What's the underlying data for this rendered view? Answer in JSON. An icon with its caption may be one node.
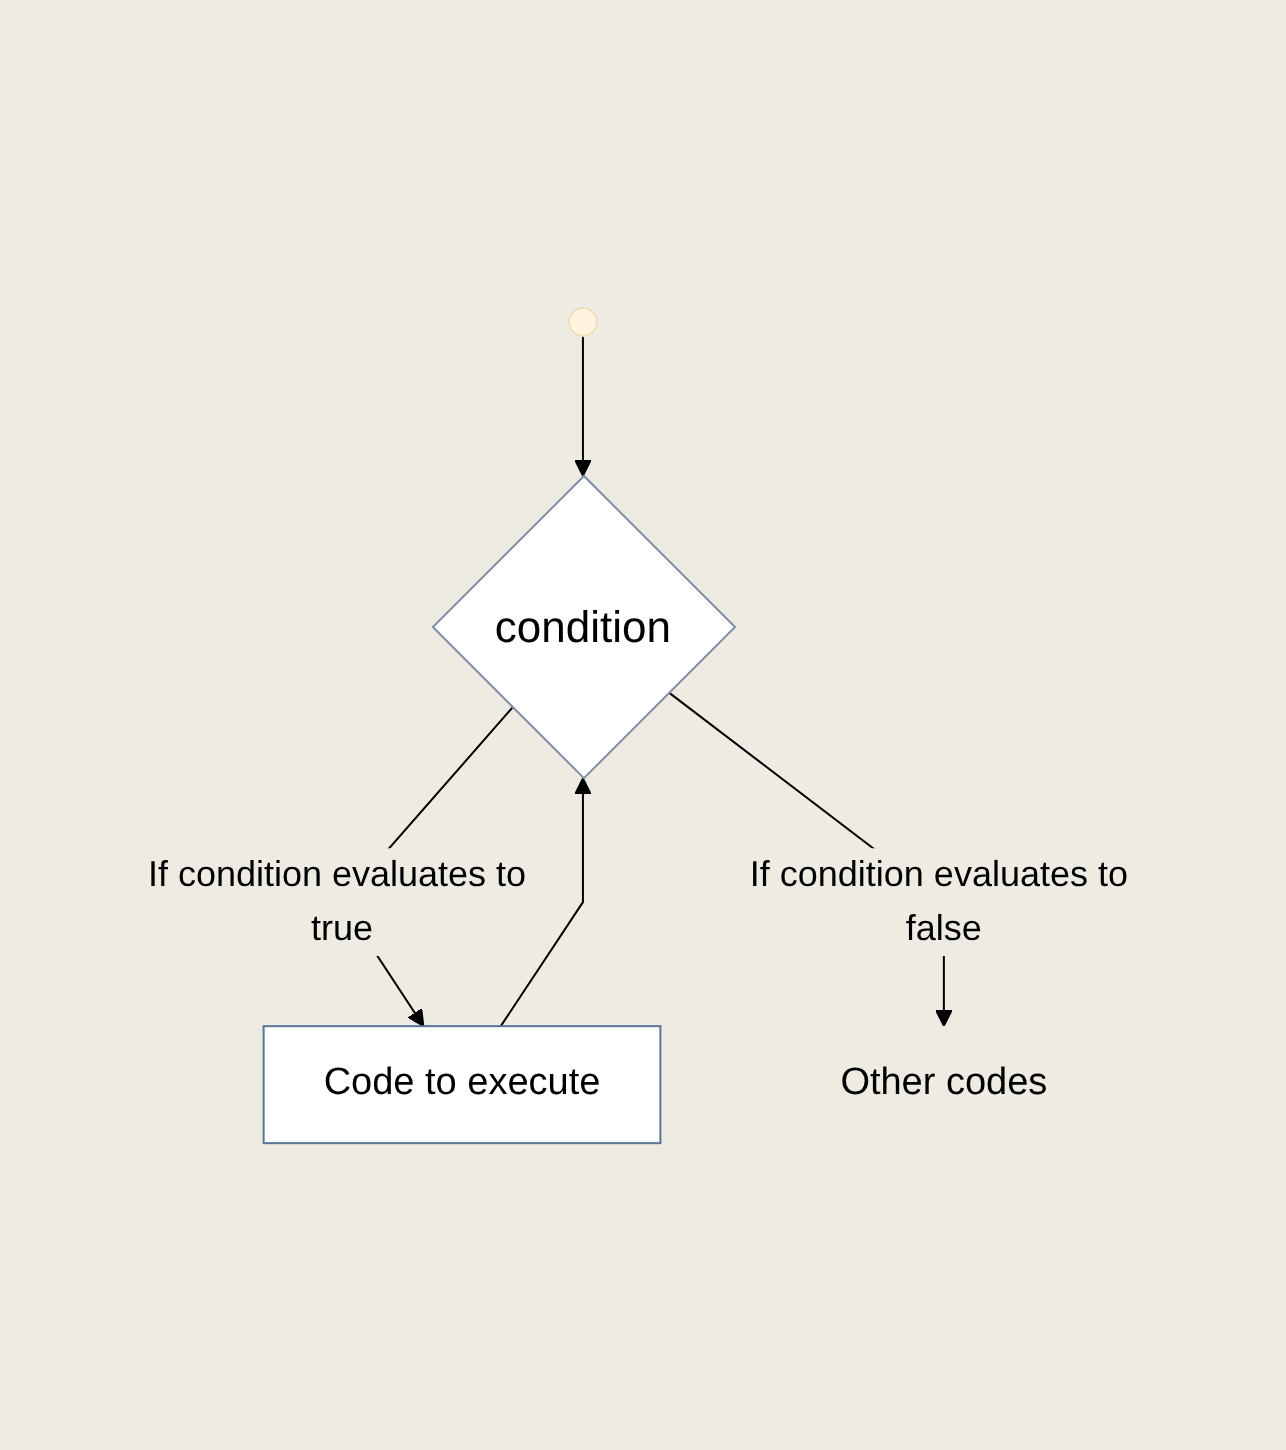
{
  "diagram": {
    "nodes": [
      {
        "text": [],
        "shape": "circle"
      },
      {
        "text": [
          "condition"
        ]
      },
      {
        "text": [
          "Code to execute"
        ]
      },
      {
        "text": [
          "Other codes"
        ]
      }
    ],
    "edges": [
      {
        "from": 0,
        "to": 1,
        "arrow": "to"
      },
      {
        "from": 2,
        "to": 1,
        "arrow": "to"
      },
      {
        "from": 1,
        "to": 2,
        "arrow": "to",
        "label": "If condition evaluates to true"
      },
      {
        "from": 1,
        "to": 3,
        "arrow": "to",
        "label": "If condition evaluates to false"
      }
    ]
  }
}
